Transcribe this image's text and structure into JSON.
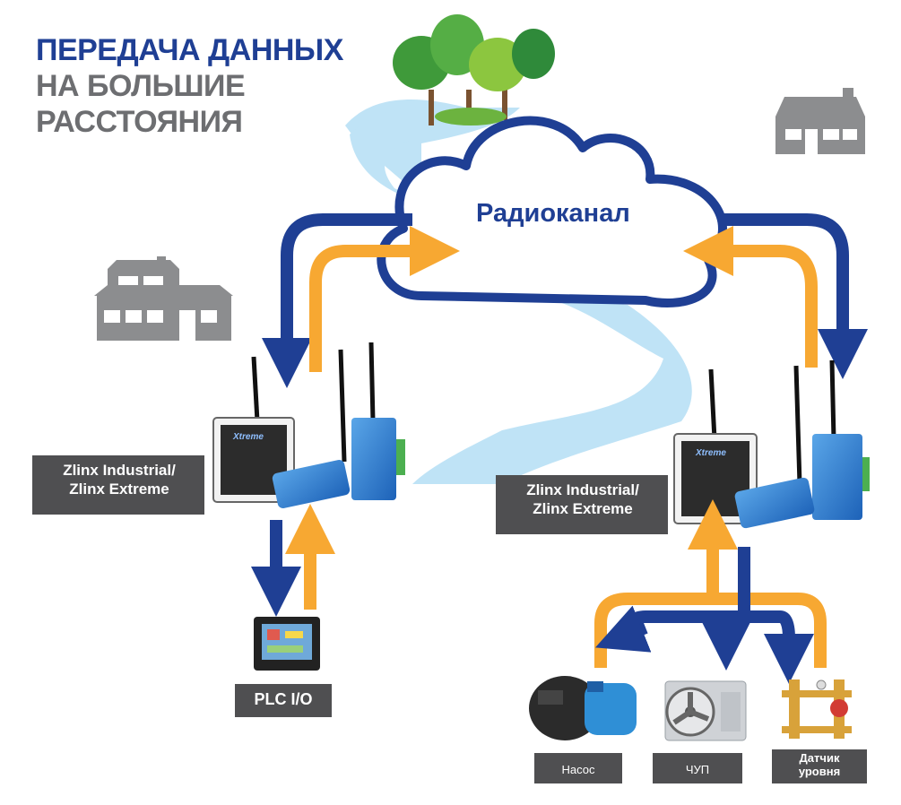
{
  "title": {
    "line1": "ПЕРЕДАЧА ДАННЫХ",
    "line2": "НА БОЛЬШИЕ",
    "line3": "РАССТОЯНИЯ"
  },
  "cloud_label": "Радиоканал",
  "device_left_label": "Zlinx Industrial/\nZlinx Extreme",
  "device_right_label": "Zlinx Industrial/\nZlinx Extreme",
  "plc_label": "PLC I/O",
  "pump_label": "Насос",
  "vfd_label": "ЧУП",
  "sensor_label": "Датчик\nуровня",
  "device_brand": "Xtreme",
  "colors": {
    "blue_arrow": "#1f3f94",
    "orange_arrow": "#f7a832",
    "river": "#bfe3f6",
    "house": "#8c8d8f",
    "tag_bg": "#4f4f51"
  }
}
